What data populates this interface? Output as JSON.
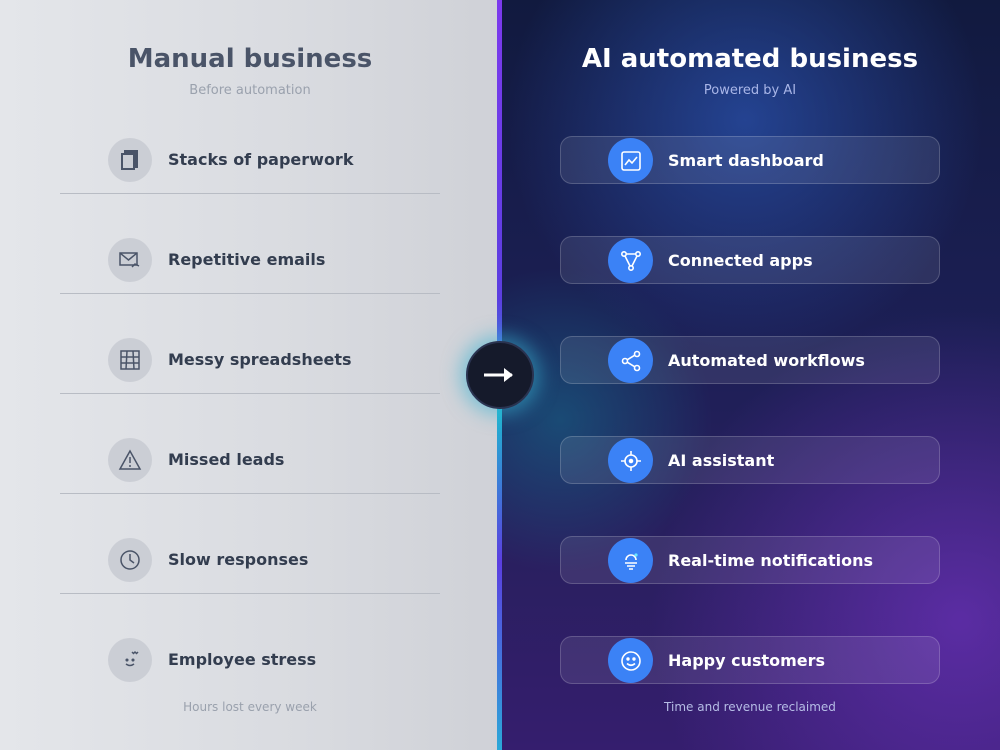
{
  "left": {
    "title": "Manual business",
    "subtitle": "Before automation",
    "footer": "Hours lost every week",
    "items": [
      {
        "label": "Stacks of paperwork",
        "icon": "paperwork-icon"
      },
      {
        "label": "Repetitive emails",
        "icon": "email-icon"
      },
      {
        "label": "Messy spreadsheets",
        "icon": "spreadsheet-icon"
      },
      {
        "label": "Missed leads",
        "icon": "warning-icon"
      },
      {
        "label": "Slow responses",
        "icon": "clock-icon"
      },
      {
        "label": "Employee stress",
        "icon": "stressed-face-icon"
      }
    ]
  },
  "right": {
    "title": "AI automated business",
    "subtitle": "Powered by AI",
    "footer": "Time and revenue reclaimed",
    "items": [
      {
        "label": "Smart dashboard",
        "icon": "dashboard-chart-icon"
      },
      {
        "label": "Connected apps",
        "icon": "connected-nodes-icon"
      },
      {
        "label": "Automated workflows",
        "icon": "share-workflow-icon"
      },
      {
        "label": "AI assistant",
        "icon": "target-icon"
      },
      {
        "label": "Real-time notifications",
        "icon": "notification-icon"
      },
      {
        "label": "Happy customers",
        "icon": "smile-icon"
      }
    ]
  },
  "center": {
    "icon": "arrow-right-icon"
  },
  "colors": {
    "left_bg": "#dfe1e5",
    "right_bg": "#1c1f55",
    "accent_blue": "#3b82f6",
    "text_dark": "#333d4f",
    "divider_purple": "#7c3aed",
    "divider_cyan": "#1fb5d0"
  }
}
